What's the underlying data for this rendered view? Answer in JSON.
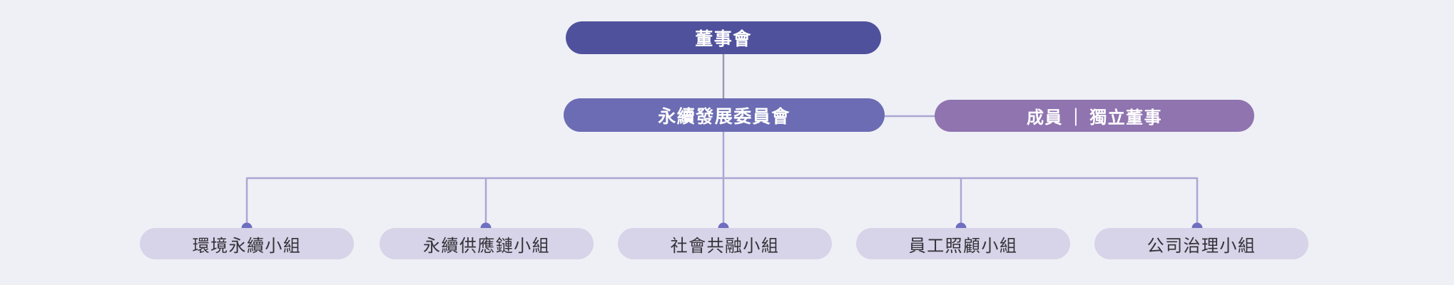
{
  "page": {
    "background_color": "#eff0f6",
    "title": "永續發展組織架構"
  },
  "colors": {
    "board": "#4f519c",
    "committee": "#6b6cb3",
    "members": "#8f74b0",
    "team": "#d7d3e8",
    "team_text": "#343238",
    "connector": "#a9a7d4",
    "connector_top": "#9a9ab5",
    "node_text": "#ffffff"
  },
  "levels": {
    "board": {
      "label": "董事會"
    },
    "committee": {
      "label": "永續發展委員會"
    },
    "members": {
      "label_left": "成員",
      "separator": "｜",
      "label_right": "獨立董事",
      "full_label": "成員 ｜ 獨立董事"
    },
    "teams": [
      {
        "label": "環境永續小組"
      },
      {
        "label": "永續供應鏈小組"
      },
      {
        "label": "社會共融小組"
      },
      {
        "label": "員工照顧小組"
      },
      {
        "label": "公司治理小組"
      }
    ]
  }
}
